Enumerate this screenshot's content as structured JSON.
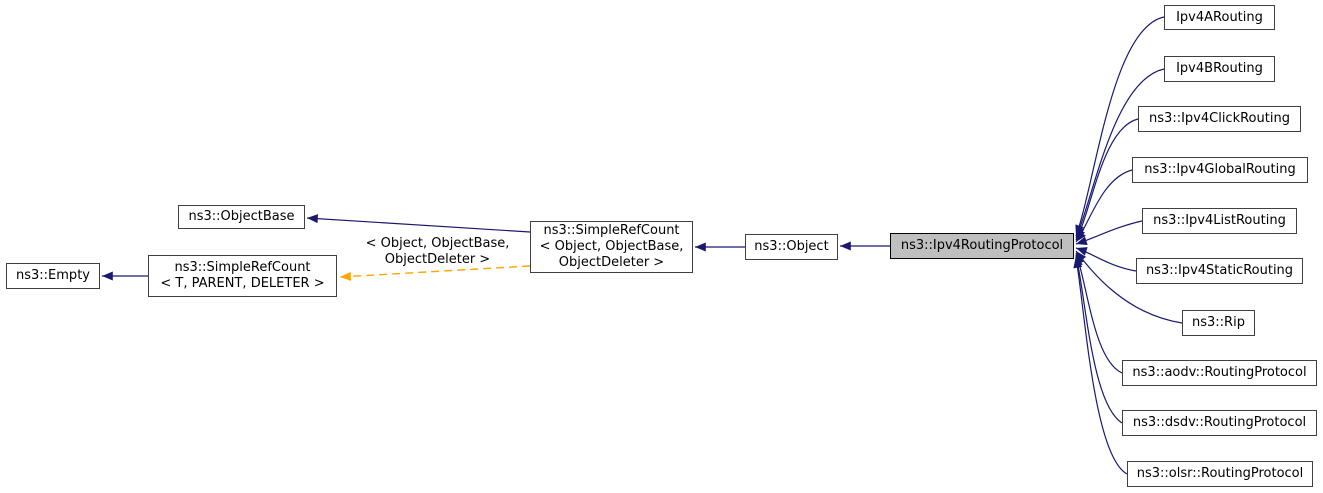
{
  "diagram": {
    "kind": "class-inheritance-graph",
    "focus_class": "ns3::Ipv4RoutingProtocol",
    "colors": {
      "bg": "#ffffff",
      "edge_inheritance": "#191970",
      "edge_template": "#ffa500",
      "node_border": "#404040",
      "node_fill": "#ffffff",
      "focus_fill": "#bfbfbf",
      "text": "#000000"
    },
    "nodes": {
      "empty": {
        "lines": [
          "ns3::Empty"
        ]
      },
      "simple_ref_count_generic": {
        "lines": [
          "ns3::SimpleRefCount",
          "< T, PARENT, DELETER >"
        ]
      },
      "object_base": {
        "lines": [
          "ns3::ObjectBase"
        ]
      },
      "simple_ref_count_object": {
        "lines": [
          "ns3::SimpleRefCount",
          "< Object, ObjectBase,",
          "ObjectDeleter >"
        ]
      },
      "object": {
        "lines": [
          "ns3::Object"
        ]
      },
      "ipv4_routing_protocol": {
        "lines": [
          "ns3::Ipv4RoutingProtocol"
        ]
      }
    },
    "derived": [
      {
        "label": "Ipv4ARouting"
      },
      {
        "label": "Ipv4BRouting"
      },
      {
        "label": "ns3::Ipv4ClickRouting"
      },
      {
        "label": "ns3::Ipv4GlobalRouting"
      },
      {
        "label": "ns3::Ipv4ListRouting"
      },
      {
        "label": "ns3::Ipv4StaticRouting"
      },
      {
        "label": "ns3::Rip"
      },
      {
        "label": "ns3::aodv::RoutingProtocol"
      },
      {
        "label": "ns3::dsdv::RoutingProtocol"
      },
      {
        "label": "ns3::olsr::RoutingProtocol"
      }
    ],
    "edge_label": {
      "lines": [
        "< Object, ObjectBase,",
        "ObjectDeleter >"
      ]
    }
  }
}
